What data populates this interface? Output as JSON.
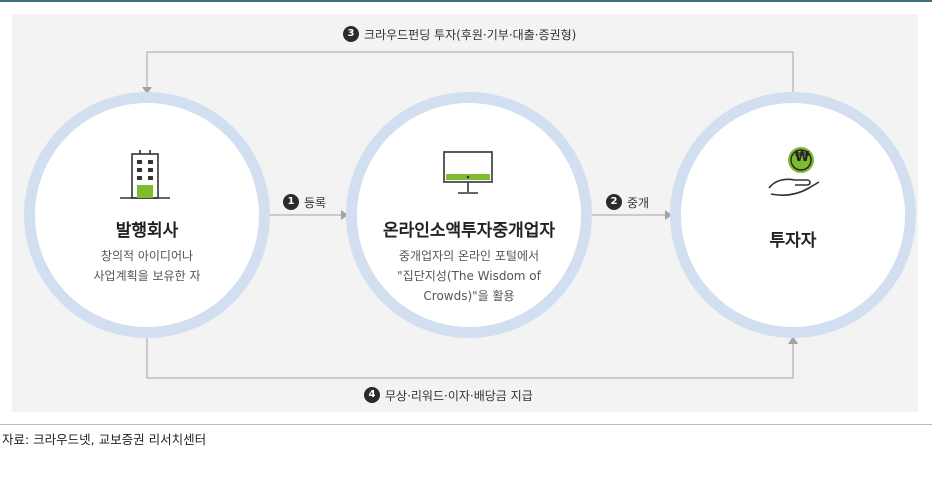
{
  "steps": {
    "top": {
      "number": "3",
      "label": "크라우드펀딩 투자(후원·기부·대출·증권형)"
    },
    "register": {
      "number": "1",
      "label": "등록"
    },
    "intermediate": {
      "number": "2",
      "label": "중개"
    },
    "bottom": {
      "number": "4",
      "label": "무상·리워드·이자·배당금 지급"
    }
  },
  "nodes": {
    "issuer": {
      "title": "발행회사",
      "desc_line1": "창의적 아이디어나",
      "desc_line2": "사업계획을 보유한 자",
      "icon": "building-icon"
    },
    "portal": {
      "title": "온라인소액투자중개업자",
      "desc_line1": "중개업자의 온라인 포털에서",
      "desc_line2": "\"집단지성(The Wisdom of",
      "desc_line3": "Crowds)\"을 활용",
      "icon": "monitor-icon"
    },
    "investor": {
      "title": "투자자",
      "icon": "hand-coin-icon",
      "currency_symbol": "₩"
    }
  },
  "source": "자료: 크라우드넷, 교보증권 리서치센터",
  "colors": {
    "accent_green": "#7dbb2f",
    "circle_ring": "#d2dff0",
    "panel_bg": "#f3f3f3",
    "top_rule": "#3f6f86"
  }
}
